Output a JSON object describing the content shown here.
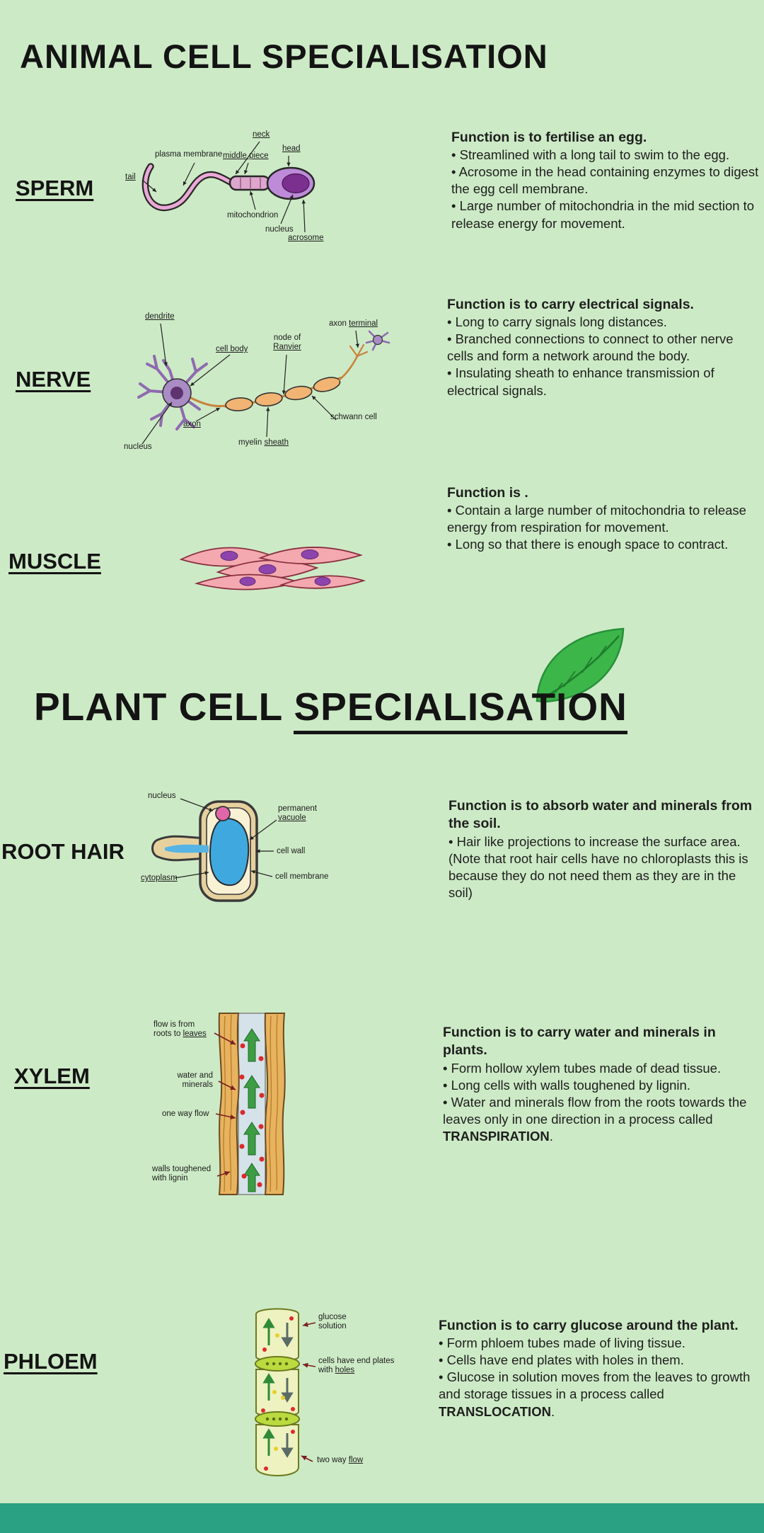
{
  "colors": {
    "background": "#cdeac6",
    "footer_bar": "#2aa183",
    "heading_text": "#141414",
    "body_text": "#1e1e1e",
    "leaf_green": "#3db649"
  },
  "animal": {
    "title": "ANIMAL CELL SPECIALISATION"
  },
  "plant": {
    "title_pre": "PLANT CELL",
    "title_underlined": "SPECIALISATION"
  },
  "sperm": {
    "label": "SPERM",
    "function": "Function is to fertilise an egg.",
    "bullets": [
      "• Streamlined with a long tail to swim to the egg.",
      "• Acrosome in the head containing enzymes to digest the egg cell membrane.",
      "• Large number of mitochondria in the mid section to release energy for movement."
    ],
    "labels": {
      "plasma_membrane": "plasma membrane",
      "neck": "neck",
      "middle_piece": "middle piece",
      "head": "head",
      "tail": "tail",
      "mitochondrion": "mitochondrion",
      "nucleus": "nucleus",
      "acrosome": "acrosome"
    }
  },
  "nerve": {
    "label": "NERVE",
    "function": "Function is to carry electrical signals.",
    "bullets": [
      "• Long to carry signals long distances.",
      "• Branched connections to connect to other nerve cells and form a network around the body.",
      "• Insulating sheath to enhance transmission of electrical signals."
    ],
    "labels": {
      "dendrite": "dendrite",
      "axon_terminal_pre": "axon ",
      "axon_terminal_u": "terminal",
      "cell_body": "cell body",
      "node_of_1": "node of",
      "node_of_2": "Ranvier",
      "axon": "axon",
      "schwann_cell": "schwann cell",
      "myelin_pre": "myelin ",
      "myelin_u": "sheath",
      "nucleus": "nucleus"
    }
  },
  "muscle": {
    "label": "MUSCLE",
    "function": "Function is .",
    "bullets": [
      "• Contain a large number of mitochondria to release energy from respiration for movement.",
      "• Long so that there is enough space to contract."
    ]
  },
  "root_hair": {
    "label": "ROOT HAIR",
    "function": "Function is to absorb water and minerals from the soil.",
    "bullets": [
      "• Hair like projections to increase the surface area. (Note that root hair cells have no chloroplasts this is because they do not need them as they are in the soil)"
    ],
    "labels": {
      "nucleus": "nucleus",
      "vacuole_1": "permanent",
      "vacuole_2": "vacuole",
      "cell_wall": "cell wall",
      "cytoplasm": "cytoplasm",
      "cell_membrane": "cell membrane"
    }
  },
  "xylem": {
    "label": "XYLEM",
    "function": "Function is to carry water and minerals in plants.",
    "bullets": [
      "• Form hollow xylem tubes made of dead tissue.",
      "• Long cells with walls toughened by lignin."
    ],
    "last_bullet": {
      "pre": "• Water and minerals flow from the roots towards the leaves only in one direction in a process called ",
      "bold": "TRANSPIRATION",
      "post": "."
    },
    "labels": {
      "flow_1": "flow is from",
      "flow_2_pre": "roots to ",
      "flow_2_u": "leaves",
      "water_1": "water and",
      "water_2": "minerals",
      "one_way": "one way flow",
      "lignin_1": "walls toughened",
      "lignin_2": "with lignin"
    }
  },
  "phloem": {
    "label": "PHLOEM",
    "function": "Function is to carry glucose around the plant.",
    "bullets": [
      "• Form phloem tubes made of living tissue.",
      "• Cells have end plates with holes in them."
    ],
    "last_bullet": {
      "pre": "• Glucose in solution moves from the leaves to growth and storage tissues in a process called ",
      "bold": "TRANSLOCATION",
      "post": "."
    },
    "labels": {
      "glucose_1": "glucose",
      "glucose_2": "solution",
      "plates_1": "cells have end plates",
      "plates_2_pre": "with ",
      "plates_2_u": "holes",
      "two_way_pre": "two way ",
      "two_way_u": "flow"
    }
  }
}
